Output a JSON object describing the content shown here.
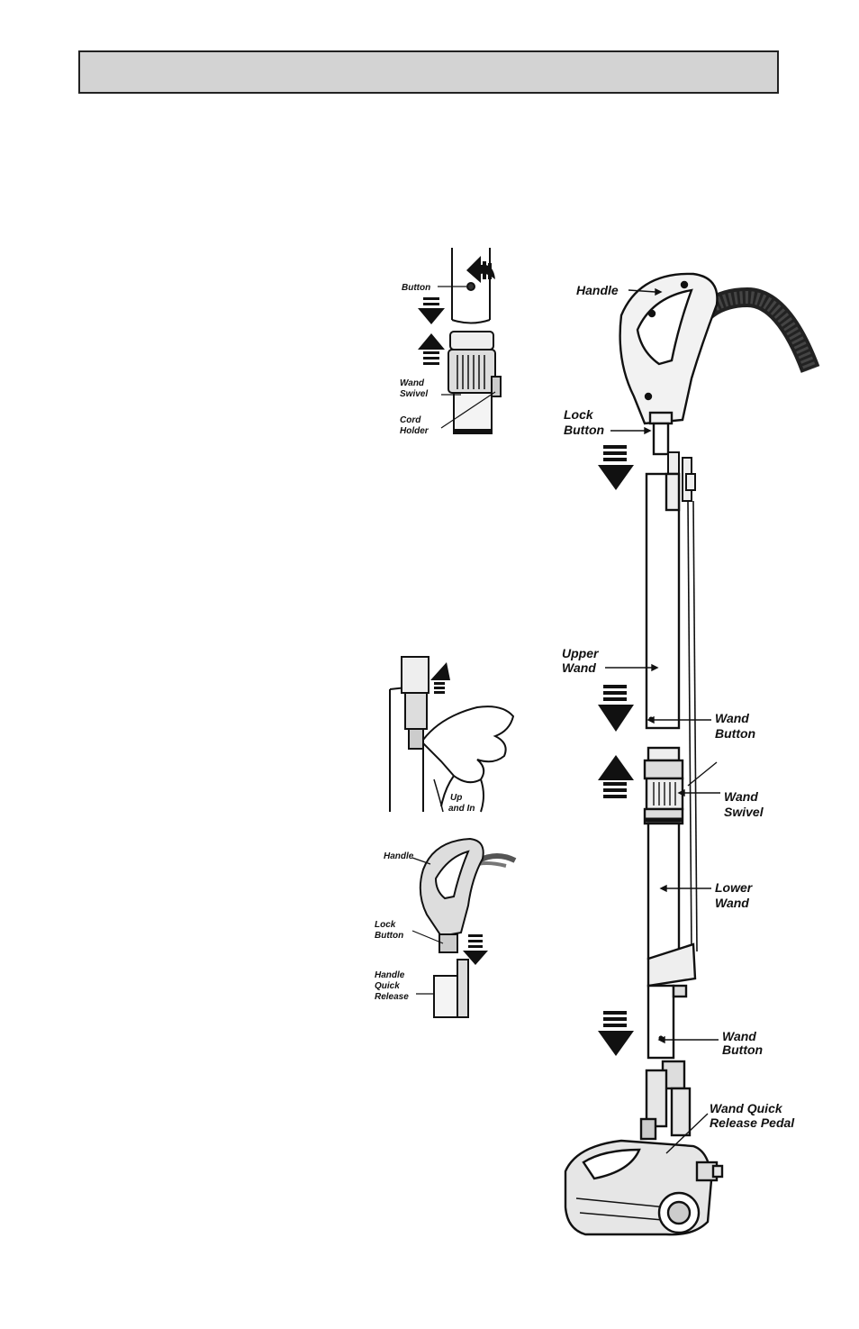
{
  "header": {
    "title": ""
  },
  "inset_top": {
    "button": "Button",
    "wand_swivel": [
      "Wand",
      "Swivel"
    ],
    "cord_holder": [
      "Cord",
      "Holder"
    ]
  },
  "inset_mid": {
    "up_and_in": [
      "Up",
      "and In"
    ]
  },
  "inset_bottom": {
    "handle": "Handle",
    "lock_button": [
      "Lock",
      "Button"
    ],
    "handle_quick_release": [
      "Handle",
      "Quick",
      "Release"
    ]
  },
  "main": {
    "handle": "Handle",
    "lock_button": [
      "Lock",
      "Button"
    ],
    "upper_wand": [
      "Upper",
      "Wand"
    ],
    "wand_button_1": [
      "Wand",
      "Button"
    ],
    "wand_swivel": [
      "Wand",
      "Swivel"
    ],
    "lower_wand": [
      "Lower",
      "Wand"
    ],
    "wand_button_2": [
      "Wand",
      "Button"
    ],
    "wand_quick_release": [
      "Wand Quick",
      "Release Pedal"
    ]
  }
}
